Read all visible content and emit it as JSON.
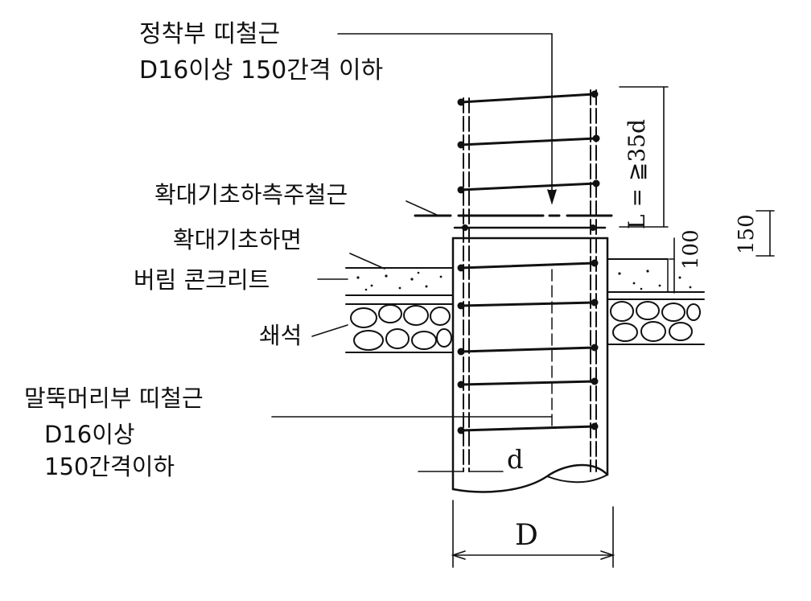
{
  "labels": {
    "anchor_hoop_line1": "정착부  띠철근",
    "anchor_hoop_line2": "D16이상 150간격 이하",
    "footing_bottom_main_bar": "확대기초하측주철근",
    "footing_bottom_face": "확대기초하면",
    "lean_concrete": "버림 콘크리트",
    "crushed_stone": "쇄석",
    "pile_head_hoop_line1": "말뚝머리부  띠철근",
    "pile_head_hoop_line2": "D16이상",
    "pile_head_hoop_line3": "150간격이하",
    "bar_dia_symbol": "d",
    "pile_dia_symbol": "D",
    "embed_length": "L = ≧35d",
    "dim_100": "100",
    "dim_150": "150"
  },
  "colors": {
    "ink": "#111111",
    "paper": "#ffffff"
  }
}
